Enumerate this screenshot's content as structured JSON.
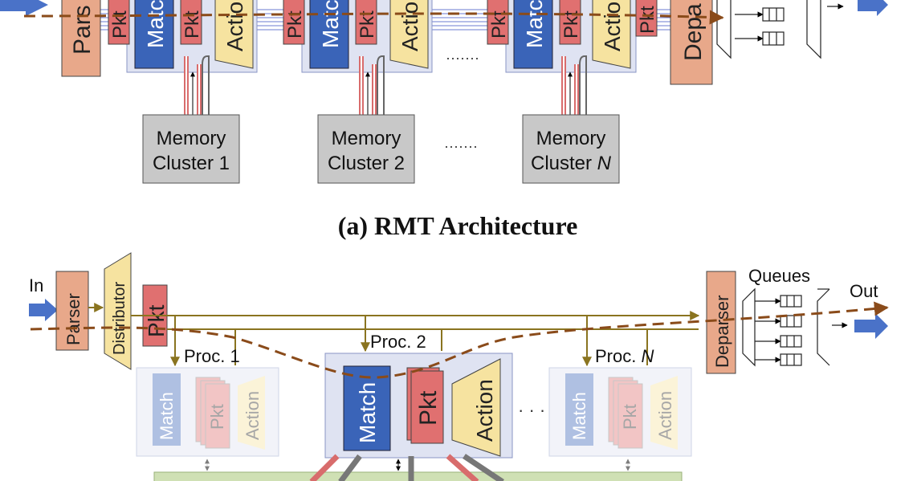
{
  "rmt": {
    "parser_label": "Pars",
    "pkt_label": "Pkt",
    "match_label": "Matc",
    "action_label": "Actio",
    "action_label_3": "Actio",
    "deparser_label": "Depa",
    "stage_ellipsis": "·······",
    "memory_ellipsis": "·······",
    "memory_clusters": [
      {
        "line1": "Memory",
        "line2": "Cluster 1"
      },
      {
        "line1": "Memory",
        "line2": "Cluster 2"
      },
      {
        "line1": "Memory",
        "line2": "Cluster ",
        "italic": "N"
      }
    ]
  },
  "caption_a": "(a) RMT Architecture",
  "proc": {
    "in_label": "In",
    "out_label": "Out",
    "parser_label": "Parser",
    "distributor_label": "Distributor",
    "pkt_label": "Pkt",
    "deparser_label": "Deparser",
    "queues_label": "Queues",
    "proc1_label": "Proc. 1",
    "proc2_label": "Proc. 2",
    "procN_prefix": "Proc. ",
    "procN_italic": "N",
    "match_label": "Match",
    "action_label": "Action",
    "ellipsis": "· · ·"
  },
  "colors": {
    "parser": "#e8a88a",
    "pkt": "#e07070",
    "match": "#3a64b8",
    "action": "#f6e3a0",
    "stage_bg": "#dfe3f2",
    "memory": "#c8c8c8",
    "bus": "#8a7420",
    "path": "#8a4b1a",
    "arrow": "#4a72c8",
    "memory_bar": "#cfe0b4"
  }
}
